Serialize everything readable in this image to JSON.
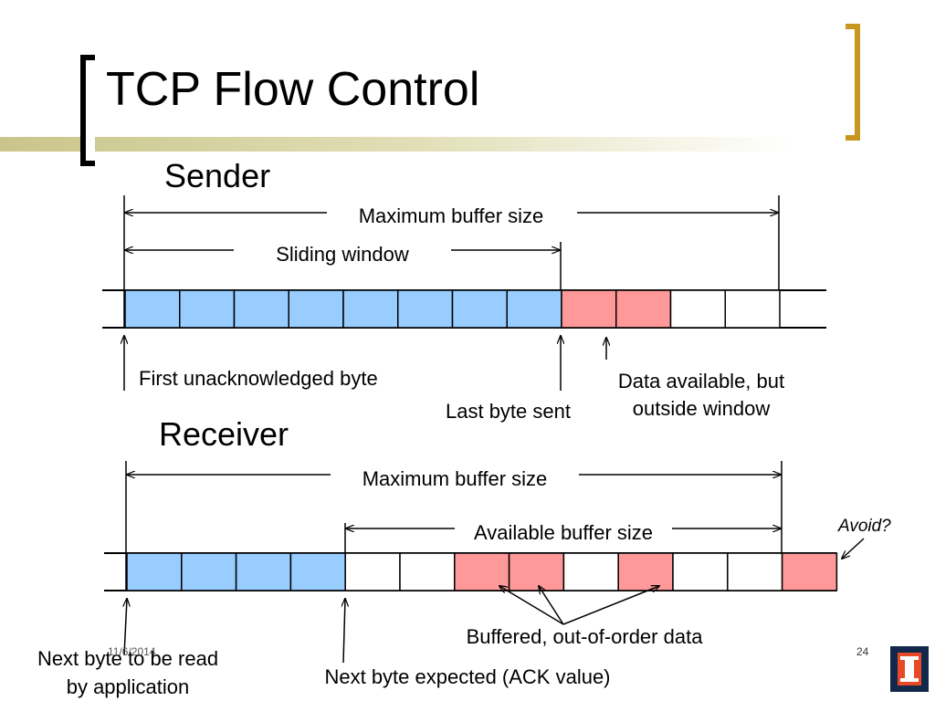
{
  "slide": {
    "title": "TCP Flow Control",
    "footer_date": "11/6/2014",
    "page_number": "24"
  },
  "sender": {
    "heading": "Sender",
    "max_buffer_label": "Maximum buffer size",
    "sliding_window_label": "Sliding window",
    "first_unacked_label": "First unacknowledged byte",
    "last_sent_label": "Last byte sent",
    "outside_window_label_line1": "Data available, but",
    "outside_window_label_line2": "outside window",
    "cells": [
      "sent",
      "sent",
      "sent",
      "sent",
      "sent",
      "sent",
      "sent",
      "sent",
      "pending",
      "pending",
      "empty",
      "empty"
    ]
  },
  "receiver": {
    "heading": "Receiver",
    "max_buffer_label": "Maximum buffer size",
    "available_buffer_label": "Available buffer size",
    "avoid_label": "Avoid?",
    "out_of_order_label": "Buffered, out-of-order data",
    "next_read_label_line1": "Next byte to be read",
    "next_read_label_line2": "by application",
    "next_expected_label": "Next byte expected (ACK value)",
    "cells": [
      "read",
      "read",
      "read",
      "read",
      "empty",
      "empty",
      "ooo",
      "ooo",
      "empty",
      "ooo",
      "empty",
      "empty",
      "ooo"
    ]
  },
  "colors": {
    "blue_cell": "#99ccff",
    "red_cell": "#ff9999",
    "empty_cell": "#ffffff",
    "bracket_gold": "#c8961e"
  }
}
